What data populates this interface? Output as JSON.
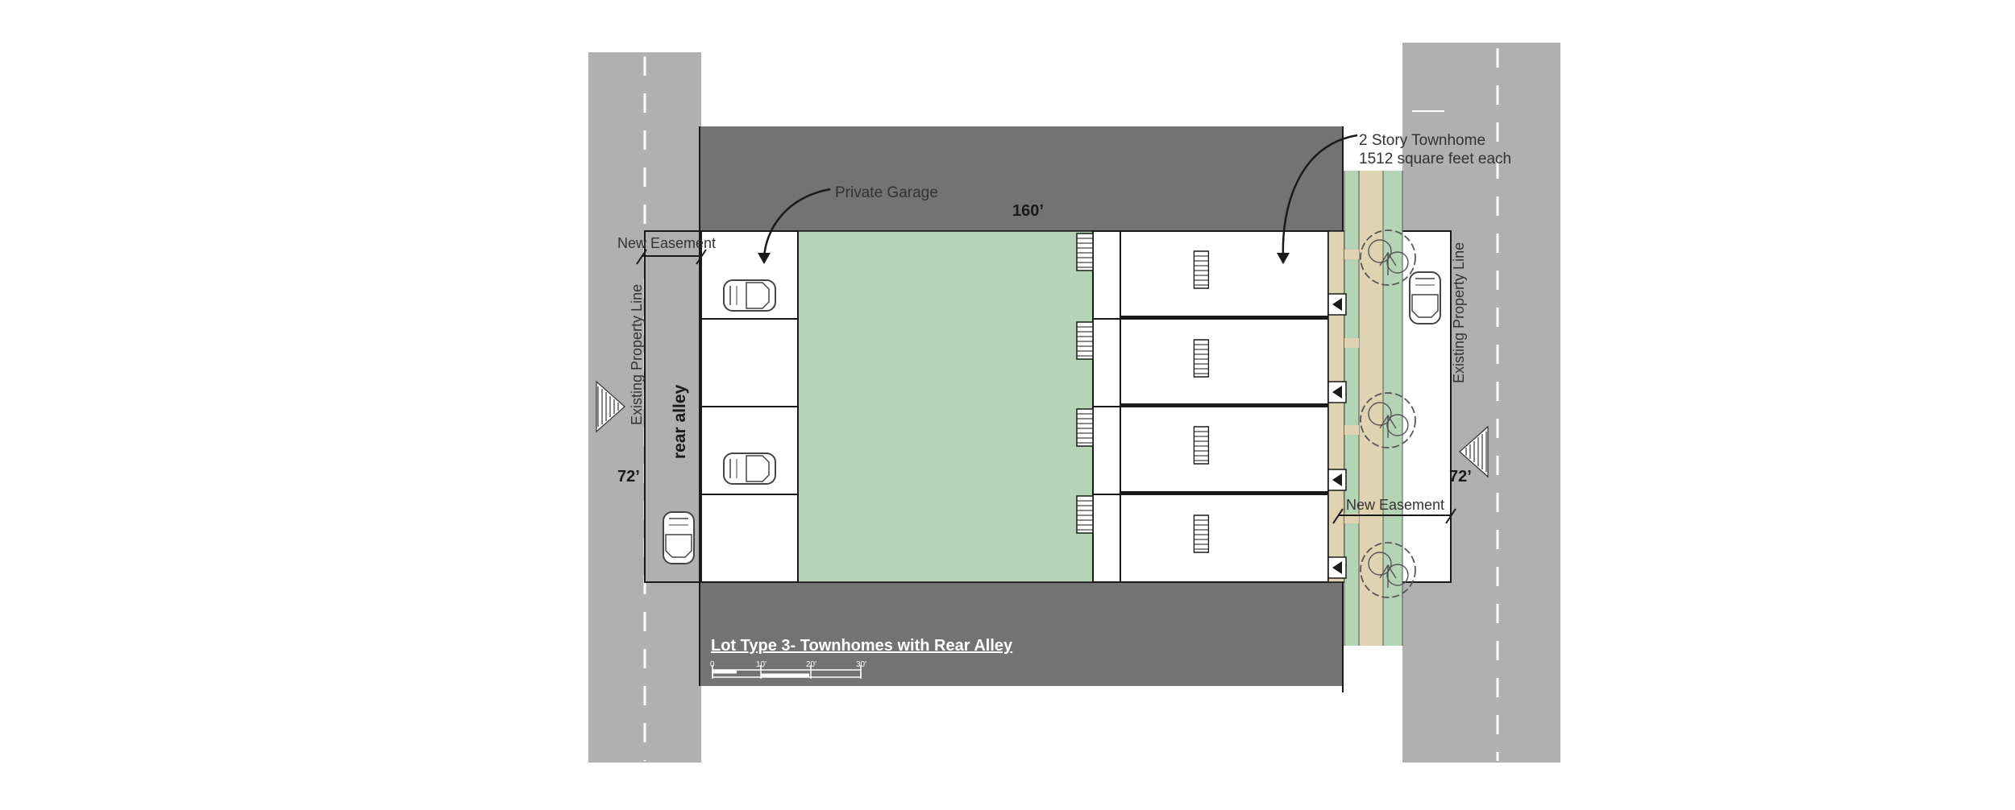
{
  "colors": {
    "street": "#b0b0b0",
    "block": "#737373",
    "lawn": "#b5d4b5",
    "sidewalk": "#e0d3b2",
    "building": "#ffffff",
    "line": "#1a1a1a",
    "text": "#333333"
  },
  "labels": {
    "townhome_line1": "2 Story Townhome",
    "townhome_line2": "1512 square feet each",
    "private_garage": "Private Garage",
    "width_dim": "160’",
    "depth_dim_left": "72’",
    "depth_dim_right": "72’",
    "new_easement_left": "New Easement",
    "new_easement_right": "New Easement",
    "existing_property_line_left": "Existing Property Line",
    "existing_property_line_right": "Existing Property Line",
    "rear_alley": "rear alley",
    "title": "Lot Type 3- Townhomes with Rear Alley"
  },
  "scale_bar": {
    "ticks": [
      "0",
      "10'",
      "20'",
      "30'"
    ]
  },
  "units": {
    "count": 4,
    "cars_in_garage": [
      true,
      false,
      true,
      false
    ]
  },
  "icons": [
    "north-arrow-icon",
    "tree-icon",
    "car-icon",
    "stair-icon",
    "entry-arrow-icon"
  ]
}
